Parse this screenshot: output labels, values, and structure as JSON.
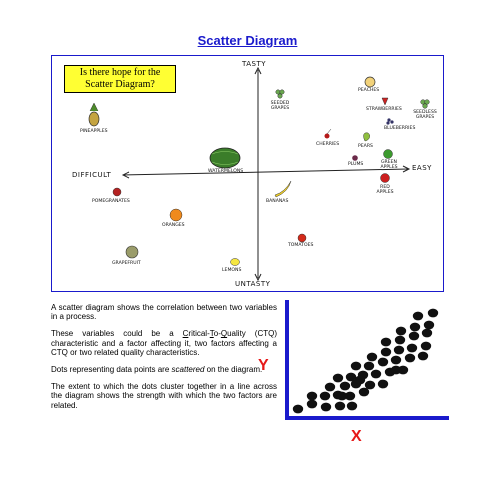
{
  "title": "Scatter Diagram",
  "quadrant": {
    "question": "Is there hope for the Scatter Diagram?",
    "axis_top": "TASTY",
    "axis_bottom": "UNTASTY",
    "axis_left": "DIFFICULT",
    "axis_right": "EASY",
    "fruits": [
      {
        "label": "PEACHES",
        "icon": "peach-icon",
        "color": "#f2d27a"
      },
      {
        "label": "SEEDED GRAPES",
        "icon": "grapes-icon",
        "color": "#6aa84f"
      },
      {
        "label": "STRAWBERRIES",
        "icon": "strawberry-icon",
        "color": "#cc2222"
      },
      {
        "label": "SEEDLESS GRAPES",
        "icon": "grapes-icon",
        "color": "#6aa84f"
      },
      {
        "label": "BLUEBERRIES",
        "icon": "blueberry-icon",
        "color": "#333366"
      },
      {
        "label": "PINEAPPLES",
        "icon": "pineapple-icon",
        "color": "#8a6d2b"
      },
      {
        "label": "CHERRIES",
        "icon": "cherry-icon",
        "color": "#b51a1a"
      },
      {
        "label": "PEARS",
        "icon": "pear-icon",
        "color": "#8fbf3f"
      },
      {
        "label": "PLUMS",
        "icon": "plum-icon",
        "color": "#6b2a4a"
      },
      {
        "label": "GREEN APPLES",
        "icon": "apple-icon",
        "color": "#3c9a2e"
      },
      {
        "label": "WATERMELONS",
        "icon": "watermelon-icon",
        "color": "#3b7d2a"
      },
      {
        "label": "RED APPLES",
        "icon": "apple-icon",
        "color": "#cc1f1f"
      },
      {
        "label": "POMEGRANATES",
        "icon": "pomegranate-icon",
        "color": "#b52222"
      },
      {
        "label": "BANANAS",
        "icon": "banana-icon",
        "color": "#f0d02a"
      },
      {
        "label": "ORANGES",
        "icon": "orange-icon",
        "color": "#f08a1c"
      },
      {
        "label": "TOMATOES",
        "icon": "tomato-icon",
        "color": "#d42a1a"
      },
      {
        "label": "GRAPEFRUIT",
        "icon": "grapefruit-icon",
        "color": "#9a9c6a"
      },
      {
        "label": "LEMONS",
        "icon": "lemon-icon",
        "color": "#f5e642"
      }
    ]
  },
  "description": {
    "p1": "A scatter diagram shows the correlation between two variables in a process.",
    "p2_a": "These variables could be a ",
    "p2_c": "C",
    "p2_ritical": "ritical-",
    "p2_t": "T",
    "p2_o": "o-",
    "p2_q": "Q",
    "p2_uality": "uality",
    "p2_b": " (CTQ) characteristic and a factor affecting it, two factors affecting a CTQ or two related quality characteristics.",
    "p3_a": "Dots representing data points are ",
    "p3_em": "scattered",
    "p3_b": " on the diagram.",
    "p4": "The extent to which the dots cluster together in a line across the diagram shows the strength with which the two factors are related."
  },
  "mini_chart": {
    "y_label": "Y",
    "x_label": "X",
    "axis_color": "#1a1acc",
    "label_color": "#e61919",
    "dot_count": 44
  }
}
